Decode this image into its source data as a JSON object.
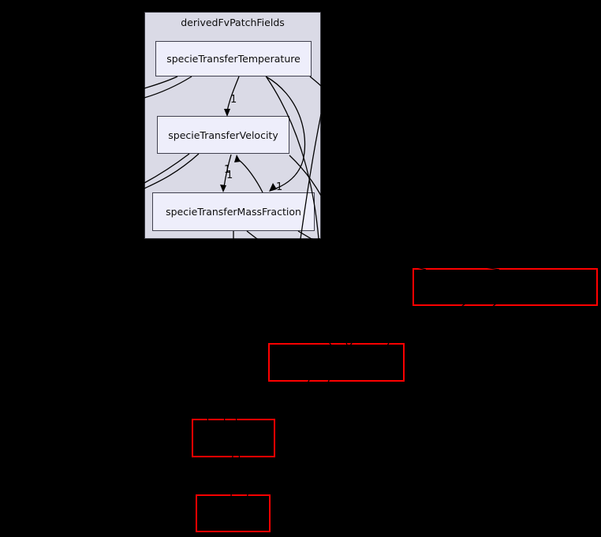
{
  "graph": {
    "cluster": {
      "label": "derivedFvPatchFields"
    },
    "nodes": [
      {
        "label": "specieTransferTemperature"
      },
      {
        "label": "specieTransferVelocity"
      },
      {
        "label": "specieTransferMassFraction"
      }
    ],
    "edges": [
      {
        "from": "specieTransferTemperature",
        "to": "specieTransferVelocity",
        "label": "1"
      },
      {
        "from": "specieTransferVelocity",
        "to": "specieTransferMassFraction",
        "label": "1"
      },
      {
        "from": "specieTransferMassFraction",
        "to": "specieTransferVelocity",
        "label": "1"
      },
      {
        "from": "specieTransferTemperature",
        "to": "specieTransferMassFraction",
        "label": "1"
      }
    ],
    "external_nodes": [
      {
        "label": ""
      },
      {
        "label": ""
      },
      {
        "label": ""
      },
      {
        "label": ""
      }
    ],
    "colors": {
      "background": "#000000",
      "cluster_fill": "#dadae6",
      "cluster_border": "#3c3c44",
      "node_fill": "#eeeefb",
      "node_border": "#41414f",
      "external_border": "#ff0000",
      "edge": "#000000",
      "text": "#0d0d0d"
    }
  }
}
